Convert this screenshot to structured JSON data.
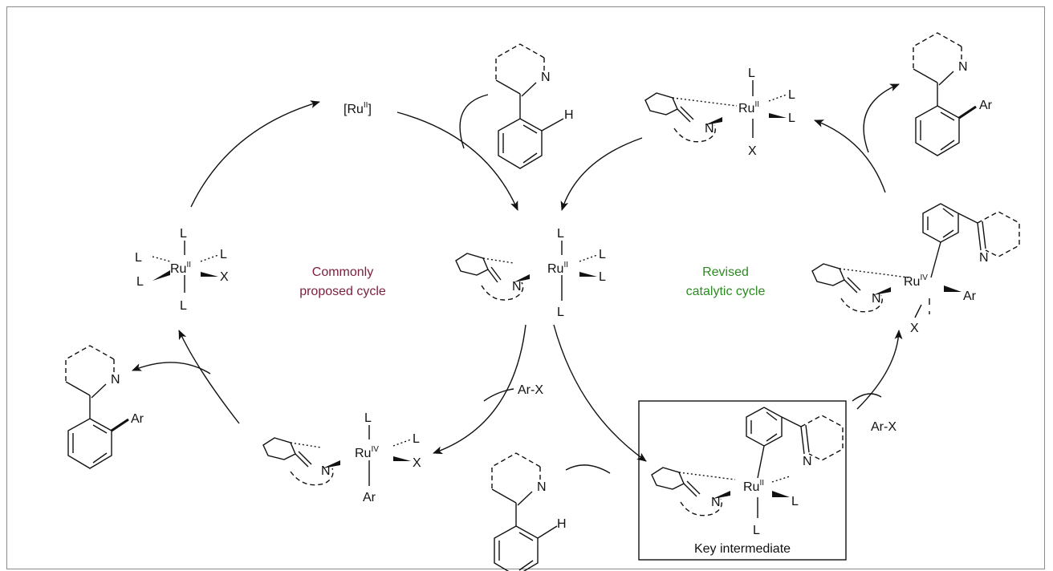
{
  "labels": {
    "commonly_cycle": [
      "Commonly",
      "proposed cycle"
    ],
    "revised_cycle": [
      "Revised",
      "catalytic cycle"
    ],
    "key_intermediate": "Key intermediate",
    "reagent_left": "Ar-X",
    "reagent_right": "Ar-X",
    "ru_catalyst_base": "[Ru",
    "ru_catalyst_ox": "II",
    "ru_catalyst_end": "]"
  },
  "atoms": {
    "ru": "Ru",
    "ox_ii": "II",
    "ox_iv": "IV",
    "nitrogen": "N",
    "ligand": "L",
    "halide": "X",
    "aryl": "Ar",
    "hydrogen": "H"
  },
  "colors": {
    "commonly_cycle": "#7a1f3d",
    "revised_cycle": "#2e8b23",
    "ink": "#111111",
    "frame": "#8a8a8a"
  }
}
